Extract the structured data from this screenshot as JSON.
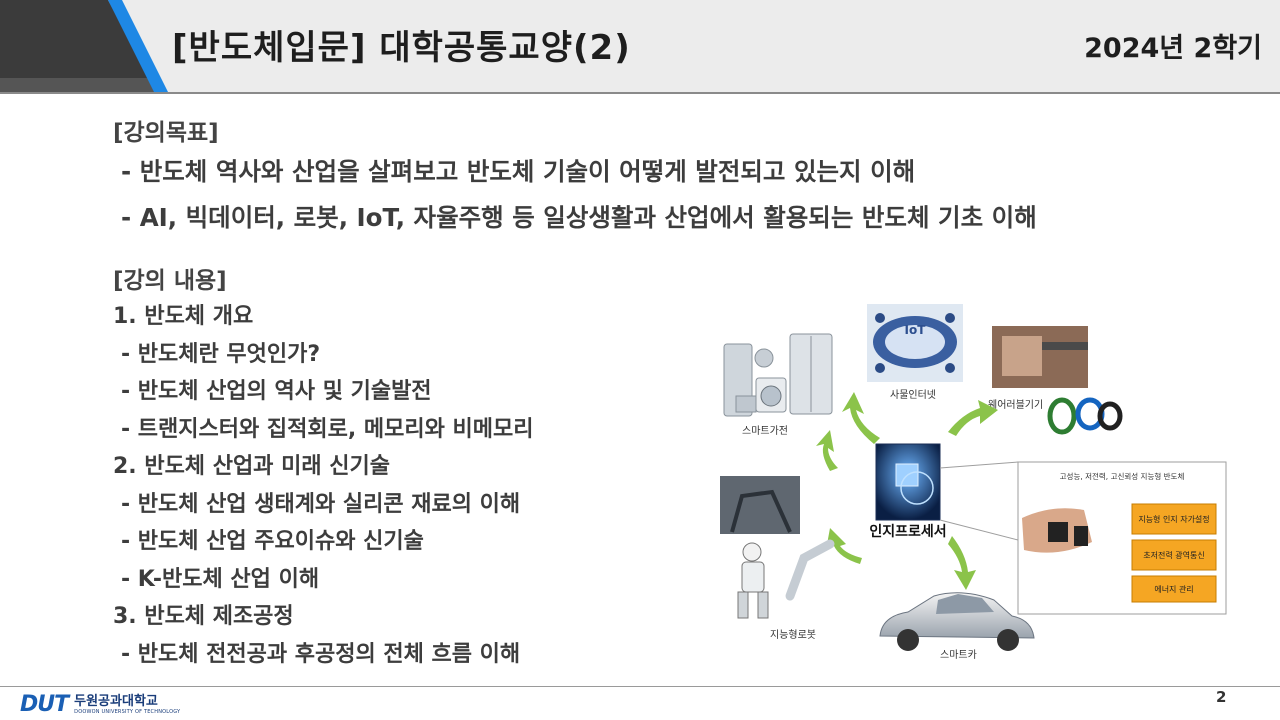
{
  "header": {
    "title": "[반도체입문] 대학공통교양(2)",
    "semester": "2024년 2학기"
  },
  "goals": {
    "heading": "[강의목표]",
    "items": [
      "- 반도체 역사와 산업을 살펴보고 반도체 기술이 어떻게 발전되고 있는지 이해",
      "- AI, 빅데이터, 로봇, IoT, 자율주행 등 일상생활과 산업에서 활용되는 반도체 기초 이해"
    ]
  },
  "content": {
    "heading": "[강의 내용]",
    "items": [
      "1. 반도체 개요",
      "- 반도체란 무엇인가?",
      "- 반도체 산업의 역사 및 기술발전",
      "- 트랜지스터와 집적회로, 메모리와 비메모리",
      "2. 반도체 산업과 미래 신기술",
      "- 반도체 산업 생태계와 실리콘 재료의 이해",
      "- 반도체 산업 주요이슈와 신기술",
      "- K-반도체 산업 이해",
      "3. 반도체 제조공정",
      "- 반도체 전전공과 후공정의 전체 흐름 이해"
    ]
  },
  "figure": {
    "labels": {
      "smart_appliance": "스마트가전",
      "iot": "사물인터넷",
      "wearable": "웨어러블기기",
      "center": "인지프로세서",
      "robot": "지능형로봇",
      "smart_car": "스마트카",
      "iot_badge": "IoT"
    },
    "panel": {
      "title": "고성능, 저전력, 고신뢰성 지능형 반도체",
      "boxes": [
        "지능형 인지\n자가설정",
        "초저전력\n광역통신",
        "에너지 관리"
      ]
    }
  },
  "footer": {
    "logo_mark": "DUT",
    "logo_ko": "두원공과대학교",
    "logo_en": "DOOWON UNIVERSITY OF TECHNOLOGY",
    "page": "2"
  },
  "colors": {
    "accent_blue": "#1e88e5",
    "header_bg": "#ececec",
    "arrow_green": "#8bc34a",
    "panel_orange": "#f5a623"
  }
}
